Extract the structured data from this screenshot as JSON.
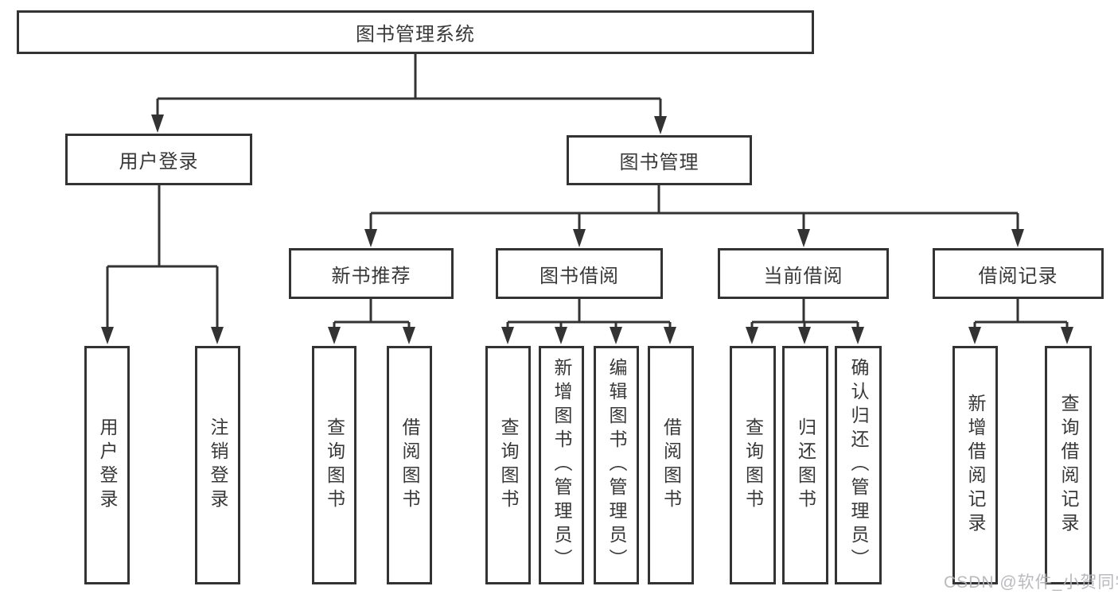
{
  "diagram": {
    "root": "图书管理系统",
    "level2": {
      "user_login": "用户登录",
      "book_mgmt": "图书管理"
    },
    "level3": {
      "new_book": "新书推荐",
      "book_borrow": "图书借阅",
      "current_borrow": "当前借阅",
      "borrow_record": "借阅记录"
    },
    "leaves": {
      "user_login": [
        "用户登录",
        "注销登录"
      ],
      "new_book": [
        "查询图书",
        "借阅图书"
      ],
      "book_borrow": [
        "查询图书",
        "新增图书（管理员）",
        "编辑图书（管理员）",
        "借阅图书"
      ],
      "current_borrow": [
        "查询图书",
        "归还图书",
        "确认归还（管理员）"
      ],
      "borrow_record": [
        "新增借阅记录",
        "查询借阅记录"
      ]
    }
  },
  "watermark": "CSDN @软件_小贺同学",
  "colors": {
    "line": "#333333",
    "text": "#383838",
    "watermark": "#b3b3b8",
    "background": "#ffffff"
  }
}
